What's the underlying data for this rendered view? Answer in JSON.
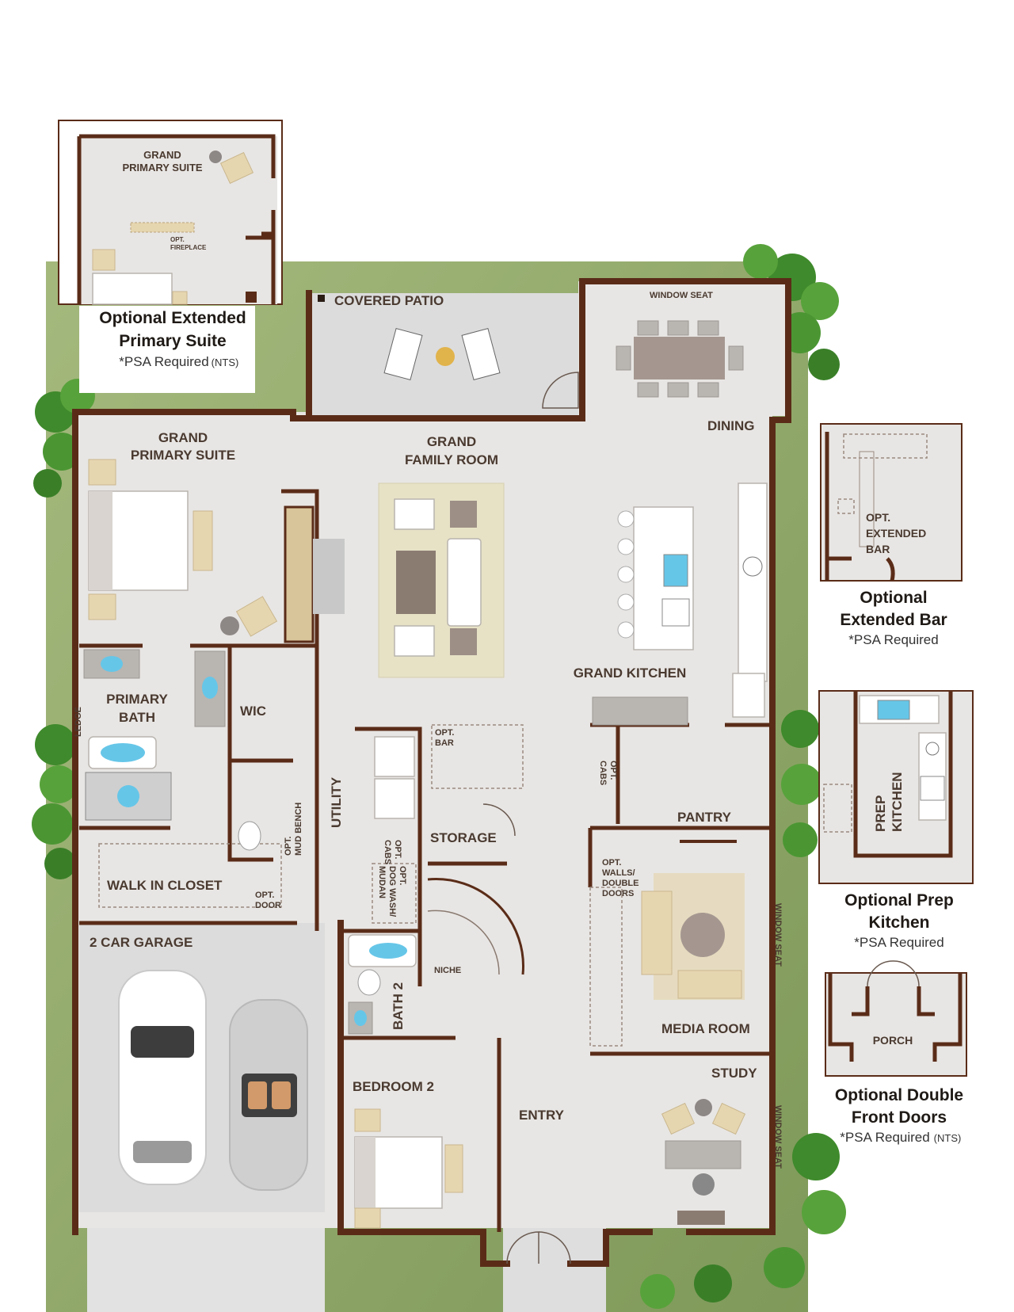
{
  "rooms": {
    "covered_patio": "COVERED PATIO",
    "window_seat_top": "WINDOW SEAT",
    "dining": "DINING",
    "grand_primary_suite_1": "GRAND",
    "grand_primary_suite_2": "PRIMARY SUITE",
    "grand_family_room_1": "GRAND",
    "grand_family_room_2": "FAMILY ROOM",
    "grand_kitchen": "GRAND KITCHEN",
    "primary_bath_1": "PRIMARY",
    "primary_bath_2": "BATH",
    "wic": "WIC",
    "ledge": "LEDGE",
    "utility": "UTILITY",
    "opt_mud_bench_1": "OPT.",
    "opt_mud_bench_2": "MUD BENCH",
    "opt_bar_1": "OPT.",
    "opt_bar_2": "BAR",
    "opt_cabs_utility_1": "OPT.",
    "opt_cabs_utility_2": "CABS",
    "opt_cabs_kitchen_1": "OPT.",
    "opt_cabs_kitchen_2": "CABS",
    "storage": "STORAGE",
    "pantry": "PANTRY",
    "walk_in_closet": "WALK IN CLOSET",
    "opt_door_1": "OPT.",
    "opt_door_2": "DOOR",
    "opt_dog_wash_1": "OPT.",
    "opt_dog_wash_2": "DOG WASH/",
    "opt_dog_wash_3": "MUDAN",
    "opt_walls_1": "OPT.",
    "opt_walls_2": "WALLS/",
    "opt_walls_3": "DOUBLE",
    "opt_walls_4": "DOORS",
    "window_seat_media": "WINDOW SEAT",
    "two_car_garage": "2 CAR GARAGE",
    "niche": "NICHE",
    "bath_2": "BATH 2",
    "media_room": "MEDIA ROOM",
    "study": "STUDY",
    "bedroom_2": "BEDROOM 2",
    "entry": "ENTRY",
    "window_seat_study": "WINDOW SEAT"
  },
  "insets": {
    "primary_suite": {
      "room_1": "GRAND",
      "room_2": "PRIMARY SUITE",
      "fireplace_1": "OPT.",
      "fireplace_2": "FIREPLACE",
      "title_1": "Optional Extended",
      "title_2": "Primary Suite",
      "note": "*PSA Required",
      "nts": "(NTS)"
    },
    "extended_bar": {
      "label_1": "OPT.",
      "label_2": "EXTENDED",
      "label_3": "BAR",
      "title_1": "Optional",
      "title_2": "Extended Bar",
      "note": "*PSA Required"
    },
    "prep_kitchen": {
      "label_1": "PREP",
      "label_2": "KITCHEN",
      "title_1": "Optional Prep",
      "title_2": "Kitchen",
      "note": "*PSA Required"
    },
    "double_doors": {
      "label": "PORCH",
      "title_1": "Optional Double",
      "title_2": "Front Doors",
      "note": "*PSA Required",
      "nts": "(NTS)"
    }
  },
  "colors": {
    "wall": "#5a2c18",
    "floor": "#e8e6e4",
    "lawn": "#8fa86a",
    "rug": "#e7e2c6",
    "water": "#66c6e8",
    "tree": "#3f8a2c"
  }
}
